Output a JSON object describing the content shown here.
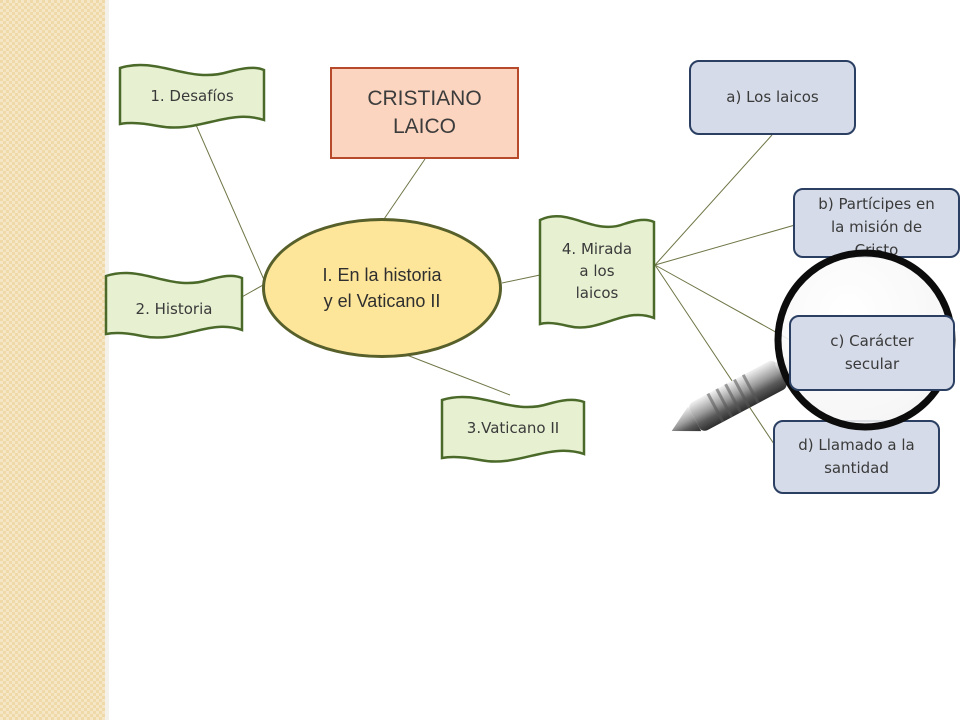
{
  "colors": {
    "sidebar": "#efd9a8",
    "title_fill": "#fbd5bf",
    "title_border": "#b84a2c",
    "center_fill": "#fde59a",
    "center_border": "#57602a",
    "flag_fill": "#e7f1d2",
    "flag_border": "#4b6a2a",
    "blue_fill": "#d5dbe8",
    "blue_border": "#2b3f63",
    "connector": "#6f7546"
  },
  "diagram": {
    "title": "CRISTIANO\nLAICO",
    "center": "I. En la historia\ny el Vaticano II",
    "topics": [
      {
        "label": "1. Desafíos"
      },
      {
        "label": "2. Historia"
      },
      {
        "label": "3.Vaticano II"
      },
      {
        "label": "4. Mirada\na los\nlaicos"
      }
    ],
    "subtopics": [
      {
        "label": "a) Los laicos"
      },
      {
        "label": "b) Partícipes en\nla misión de\nCristo"
      },
      {
        "label": "c) Carácter\nsecular"
      },
      {
        "label": "d) Llamado a la\nsantidad"
      }
    ],
    "magnifier_icon": "magnifying-glass-icon"
  }
}
